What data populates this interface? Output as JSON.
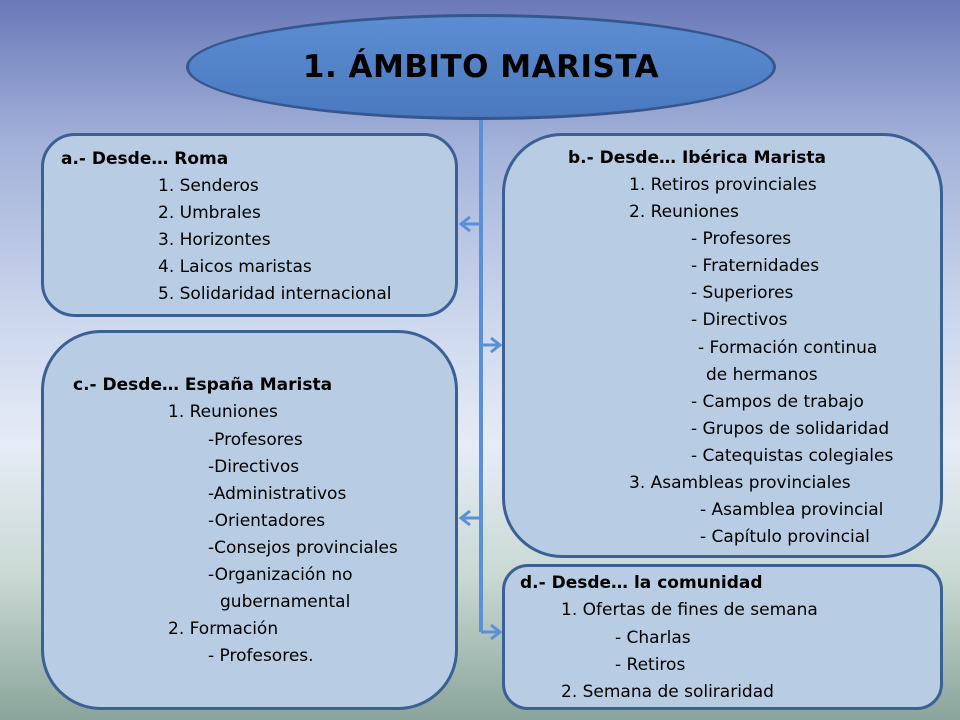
{
  "title": "1. ÁMBITO MARISTA",
  "colors": {
    "ellipse": "#4a79bf",
    "box_fill": "#b8cce4",
    "box_border": "#3c5f94",
    "connector": "#5b8fd6"
  },
  "box_a": {
    "heading": "a.- Desde… Roma",
    "items": [
      "1. Senderos",
      "2. Umbrales",
      "3. Horizontes",
      "4. Laicos maristas",
      "5. Solidaridad internacional"
    ]
  },
  "box_b": {
    "heading": "b.- Desde… Ibérica Marista",
    "lines": [
      "1. Retiros provinciales",
      "2. Reuniones",
      "- Profesores",
      "- Fraternidades",
      "- Superiores",
      "- Directivos",
      "- Formación continua",
      "de hermanos",
      "- Campos de trabajo",
      "- Grupos de solidaridad",
      "- Catequistas colegiales",
      "3. Asambleas provinciales",
      "- Asamblea provincial",
      "- Capítulo provincial"
    ]
  },
  "box_c": {
    "heading": "c.- Desde… España Marista",
    "lines": [
      "1. Reuniones",
      "-Profesores",
      "-Directivos",
      "-Administrativos",
      "-Orientadores",
      "-Consejos provinciales",
      "-Organización no",
      "gubernamental",
      "2. Formación",
      "- Profesores."
    ]
  },
  "box_d": {
    "heading": "d.- Desde… la comunidad",
    "lines": [
      "1. Ofertas de fines de semana",
      "- Charlas",
      "- Retiros",
      "2. Semana de soliraridad"
    ]
  }
}
